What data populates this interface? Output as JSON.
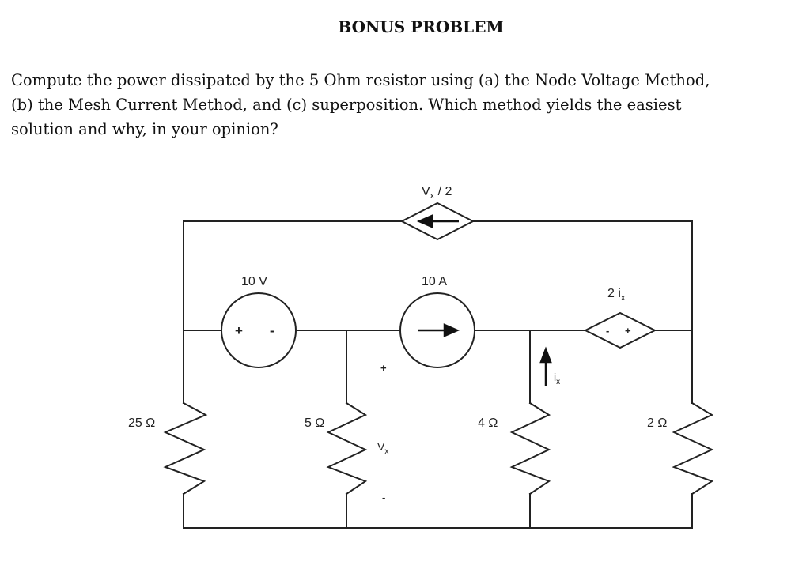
{
  "title": "BONUS PROBLEM",
  "problem": {
    "lines": [
      "Compute the power dissipated by the 5 Ohm resistor using (a) the Node Voltage Method,",
      "(b) the Mesh Current Method, and (c) superposition.  Which method yields the easiest",
      "solution and why, in your opinion?"
    ]
  },
  "circuit": {
    "dep_source_top": {
      "main": "V",
      "sub": "x",
      "rest": " / 2"
    },
    "voltage_source": {
      "label": "10 V",
      "plus": "+",
      "minus": "-"
    },
    "current_source": {
      "label": "10 A"
    },
    "dep_source_right": {
      "main": "2 i",
      "sub": "x",
      "minus": "-",
      "plus": "+"
    },
    "resistor_25": "25 Ω",
    "resistor_5": "5 Ω",
    "resistor_4": "4 Ω",
    "resistor_2": "2 Ω",
    "vx_label": {
      "main": "V",
      "sub": "x",
      "plus": "+",
      "minus": "-"
    },
    "ix_label": {
      "main": "i",
      "sub": "x"
    }
  }
}
